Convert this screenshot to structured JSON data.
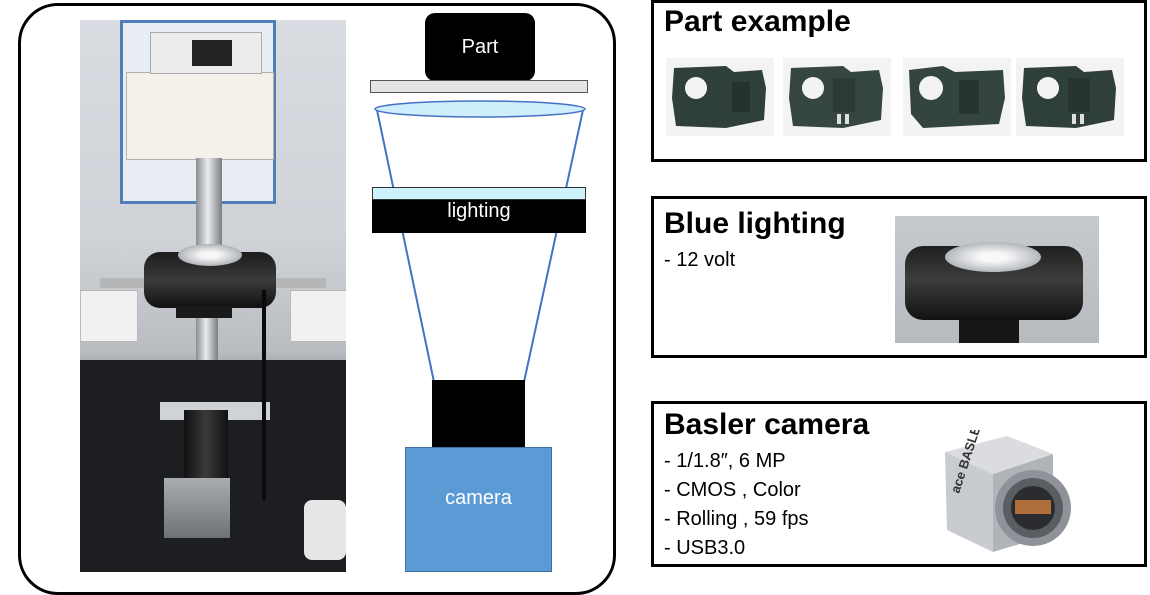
{
  "schematic": {
    "part_label": "Part",
    "lighting_label": "lighting",
    "camera_label": "camera"
  },
  "panels": {
    "part_example": {
      "title": "Part example"
    },
    "blue_lighting": {
      "title": "Blue lighting",
      "specs": [
        "- 12 volt"
      ]
    },
    "basler_camera": {
      "title": "Basler camera",
      "specs": [
        "- 1/1.8″, 6 MP",
        "- CMOS , Color",
        "- Rolling , 59 fps",
        "- USB3.0"
      ],
      "brand_text": "ace BASLER"
    }
  },
  "colors": {
    "camera_fill": "#5b9bd5",
    "ray_color": "#4472c4",
    "lens_fill": "#cfeefb",
    "part_fill": "#2f3f3a"
  }
}
